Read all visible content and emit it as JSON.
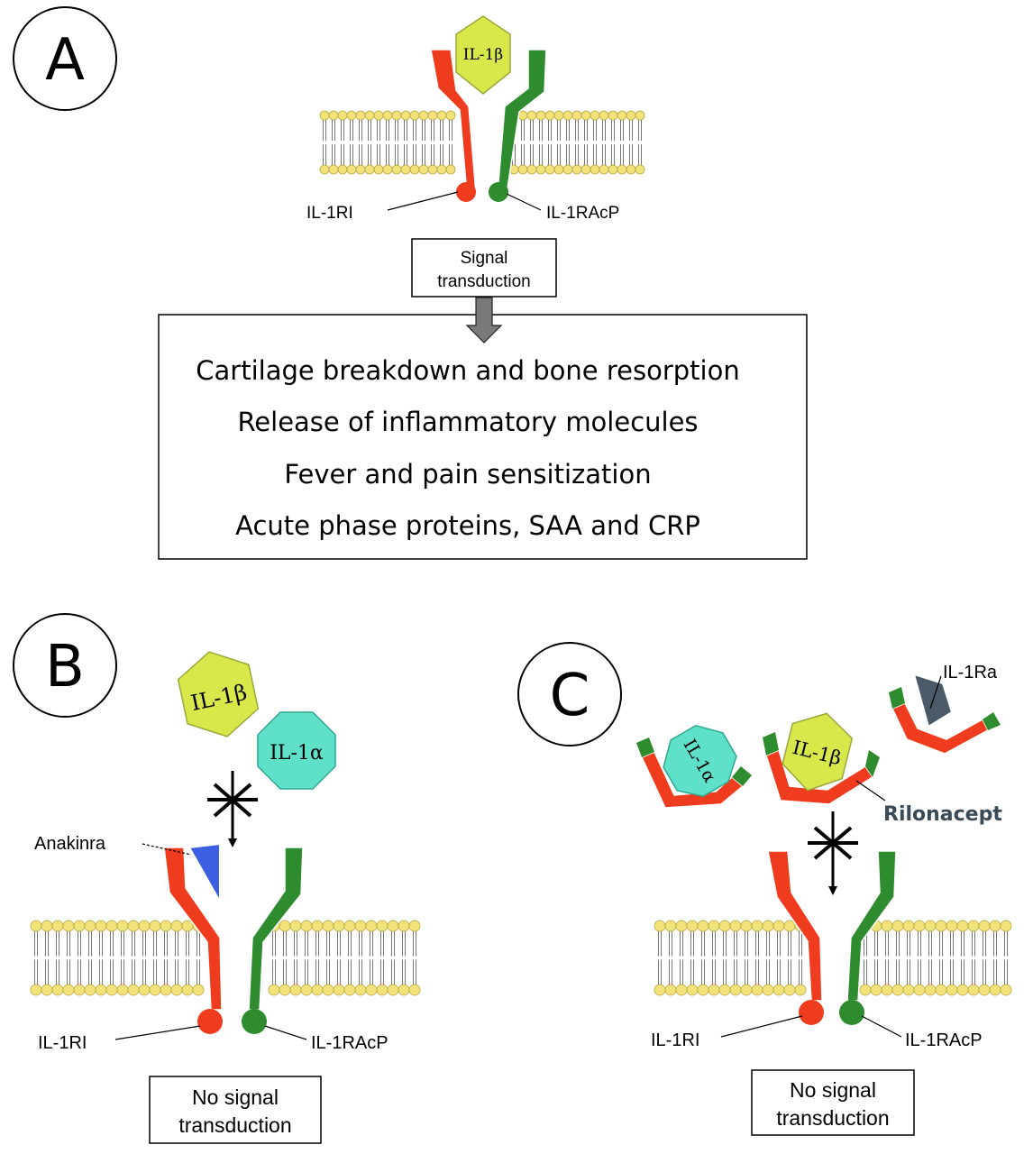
{
  "panels": {
    "a": {
      "letter": "A",
      "ligand": "IL-1β",
      "receptor_left": "IL-1RI",
      "receptor_right": "IL-1RAcP",
      "signal_line1": "Signal",
      "signal_line2": "transduction",
      "outcomes": [
        "Cartilage breakdown and bone resorption",
        "Release of inflammatory molecules",
        "Fever and pain sensitization",
        "Acute phase proteins, SAA and CRP"
      ]
    },
    "b": {
      "letter": "B",
      "ligand_beta": "IL-1β",
      "ligand_alpha": "IL-1α",
      "drug": "Anakinra",
      "receptor_left": "IL-1RI",
      "receptor_right": "IL-1RAcP",
      "result_line1": "No signal",
      "result_line2": "transduction"
    },
    "c": {
      "letter": "C",
      "ligand_alpha": "IL-1α",
      "ligand_beta": "IL-1β",
      "antagonist": "IL-1Ra",
      "drug": "Rilonacept",
      "receptor_left": "IL-1RI",
      "receptor_right": "IL-1RAcP",
      "result_line1": "No signal",
      "result_line2": "transduction"
    }
  },
  "colors": {
    "receptor_red": "#f03c1e",
    "receptor_green": "#2e8b2e",
    "il1b_yellow": "#d8e84a",
    "il1a_teal": "#5fe0c8",
    "anakinra_blue": "#3b5fe0",
    "il1ra_slate": "#4a5a68",
    "lipid_head": "#f2e27a",
    "arrow_gray": "#7a7a7a",
    "rilonacept_text": "#3a4a56"
  }
}
